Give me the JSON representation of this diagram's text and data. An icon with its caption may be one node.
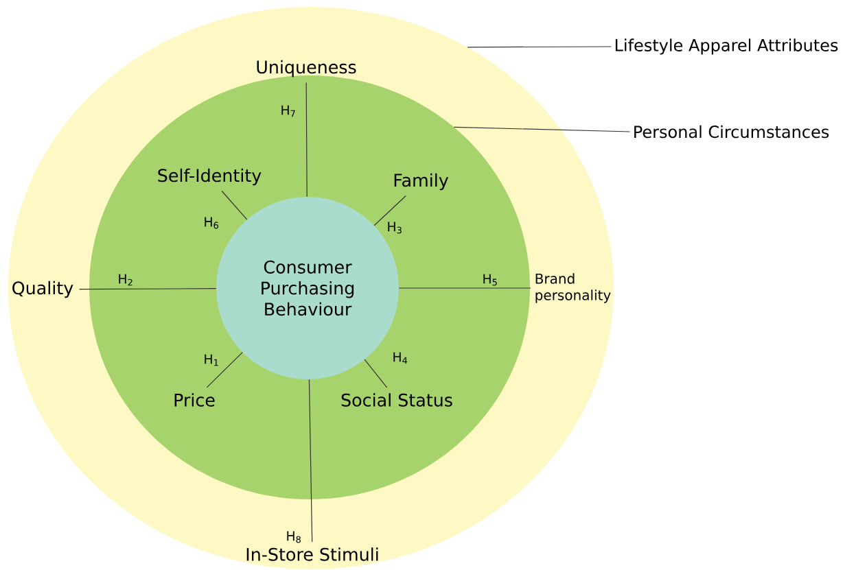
{
  "diagram": {
    "nodes": [
      {
        "text": [],
        "shape": "circle"
      },
      {
        "text": [],
        "shape": "circle",
        "in": 0
      },
      {
        "text": [
          "Consumer Purchasing Behaviour"
        ],
        "in": 1
      },
      {
        "text": [
          "Uniqueness"
        ],
        "in": 0
      },
      {
        "text": [
          "Self-Identity"
        ],
        "in": 1
      },
      {
        "text": [
          "Family"
        ],
        "in": 1
      },
      {
        "text": [
          "Quality"
        ],
        "in": 0
      },
      {
        "text": [
          "Brand personality"
        ],
        "in": 0
      },
      {
        "text": [
          "Price"
        ],
        "in": 1
      },
      {
        "text": [
          "Social Status"
        ],
        "in": 1
      },
      {
        "text": [
          "In-Store Stimuli"
        ],
        "in": 0
      },
      {
        "text": [
          "Lifestyle Apparel Attributes"
        ]
      },
      {
        "text": [
          "Personal Circumstances"
        ]
      }
    ],
    "edges": [
      {
        "from": 2,
        "to": 3,
        "arrow": "none",
        "label": "H$_{7}$"
      },
      {
        "from": 2,
        "to": 4,
        "arrow": "none",
        "label": "H$_{6}$"
      },
      {
        "from": 2,
        "to": 5,
        "arrow": "none",
        "label": "H$_{3}$"
      },
      {
        "from": 2,
        "to": 6,
        "arrow": "none",
        "label": "H$_{2}$"
      },
      {
        "from": 2,
        "to": 7,
        "arrow": "none",
        "label": "H$_{5}$"
      },
      {
        "from": 2,
        "to": 8,
        "arrow": "none",
        "label": "H$_{1}$"
      },
      {
        "from": 2,
        "to": 9,
        "arrow": "none",
        "label": "H$_{4}$"
      },
      {
        "from": 2,
        "to": 10,
        "arrow": "none",
        "label": "H$_{8}$"
      },
      {
        "from": 11,
        "to": 0,
        "arrow": "none"
      },
      {
        "from": 12,
        "to": 1,
        "arrow": "none"
      }
    ]
  }
}
